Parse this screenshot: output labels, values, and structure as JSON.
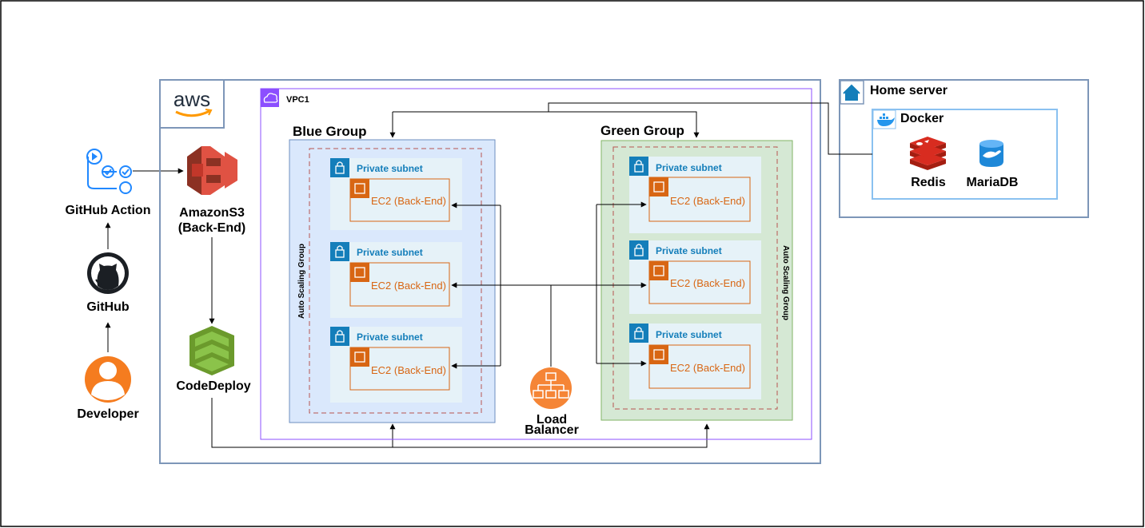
{
  "left_stack": {
    "github_action_label": "GitHub Action",
    "github_label": "GitHub",
    "developer_label": "Developer"
  },
  "aws": {
    "logo_text": "aws",
    "s3_label_line1": "AmazonS3",
    "s3_label_line2": "(Back-End)",
    "codedeploy_label": "CodeDeploy"
  },
  "vpc": {
    "label": "VPC1",
    "blue_group": {
      "title": "Blue Group",
      "asg_label": "Auto Scaling Group",
      "subnets": [
        {
          "subnet_label": "Private subnet",
          "ec2_label": "EC2 (Back-End)"
        },
        {
          "subnet_label": "Private subnet",
          "ec2_label": "EC2 (Back-End)"
        },
        {
          "subnet_label": "Private subnet",
          "ec2_label": "EC2 (Back-End)"
        }
      ]
    },
    "green_group": {
      "title": "Green Group",
      "asg_label": "Auto Scaling Group",
      "subnets": [
        {
          "subnet_label": "Private subnet",
          "ec2_label": "EC2 (Back-End)"
        },
        {
          "subnet_label": "Private subnet",
          "ec2_label": "EC2 (Back-End)"
        },
        {
          "subnet_label": "Private subnet",
          "ec2_label": "EC2 (Back-End)"
        }
      ]
    },
    "load_balancer_line1": "Load",
    "load_balancer_line2": "Balancer"
  },
  "home_server": {
    "title": "Home server",
    "docker_label": "Docker",
    "redis_label": "Redis",
    "mariadb_label": "MariaDB"
  },
  "colors": {
    "aws_border": "#7d96b8",
    "vpc_border": "#8c4fff",
    "blue_group_fill": "#dae8fc",
    "blue_group_border": "#6c8ebf",
    "green_group_fill": "#d5e8d4",
    "green_group_border": "#82b366",
    "subnet_fill": "#e6f2f8",
    "subnet_icon": "#147eba",
    "ec2_orange": "#d86613",
    "asg_dash": "#b85450",
    "s3_red": "#e05243",
    "codedeploy_green": "#6b9a2c",
    "lb_orange": "#f58536",
    "developer_orange": "#f57c1f",
    "docker_blue": "#2496ed",
    "redis_red": "#d82c20",
    "mariadb_blue": "#1e88d8"
  }
}
